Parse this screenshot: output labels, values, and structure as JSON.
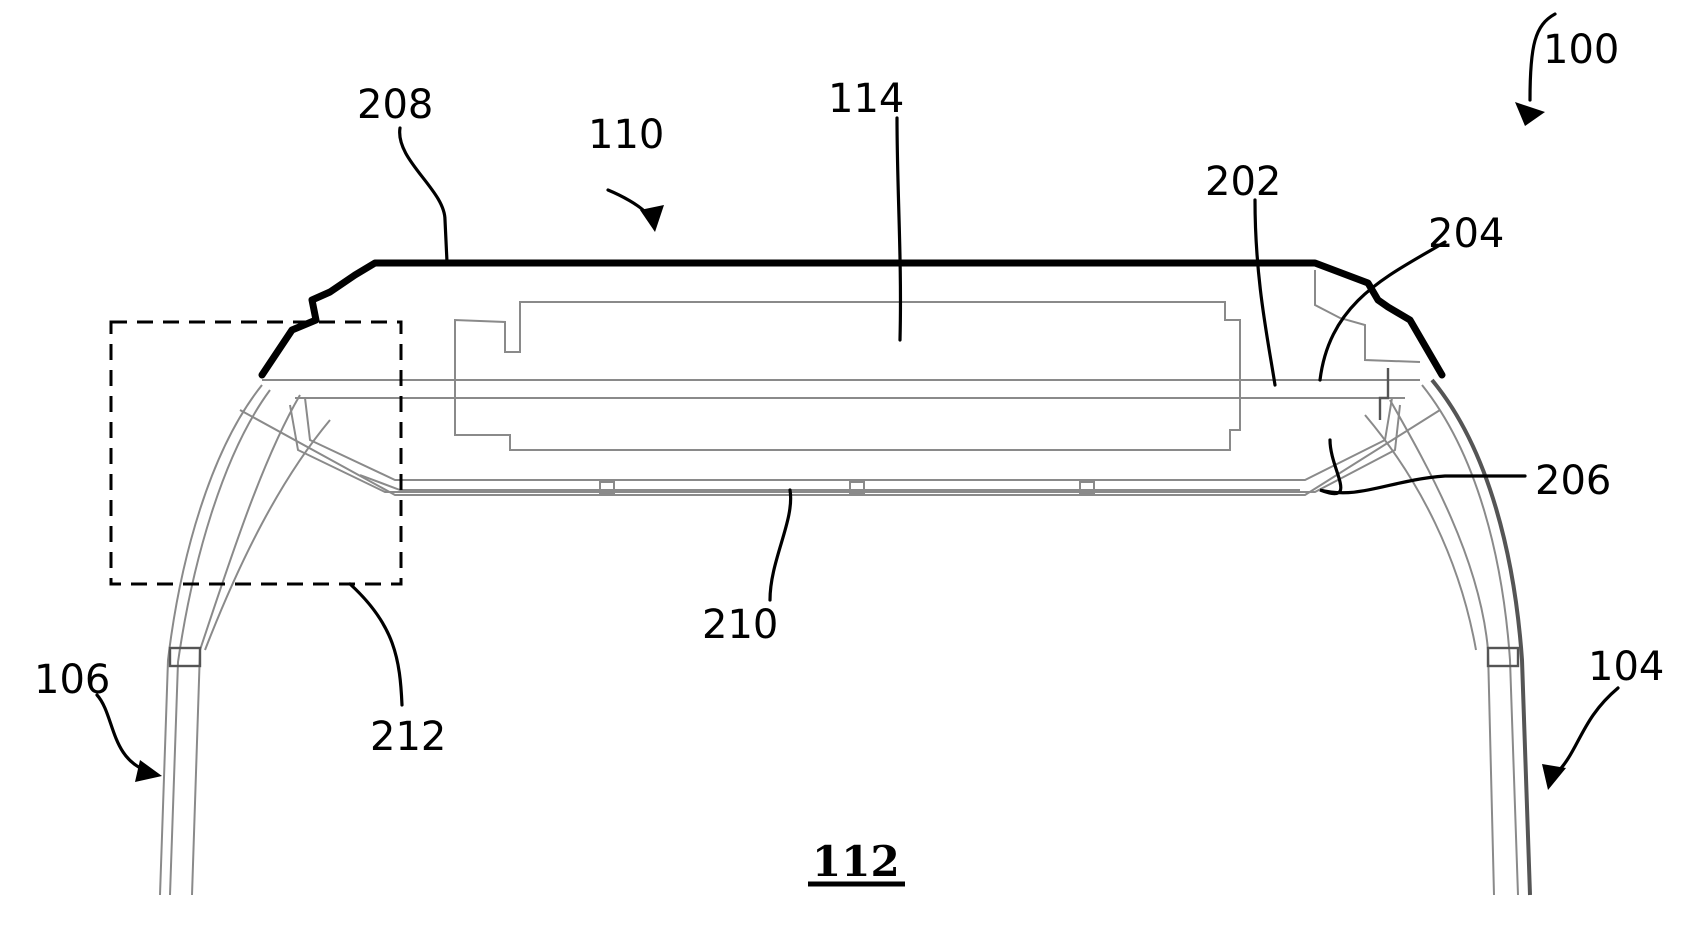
{
  "figure": {
    "type": "patent-cross-section-diagram",
    "reference_numerals": {
      "device": "100",
      "band_right": "104",
      "band_left": "106",
      "housing": "110",
      "interior": "112",
      "component": "114",
      "layer_202": "202",
      "layer_204": "204",
      "layer_206": "206",
      "outer_cover": "208",
      "bottom_plate": "210",
      "detail_region": "212"
    },
    "colors": {
      "ink": "#000000",
      "hatch": "#8a8a8a",
      "background": "#ffffff"
    }
  }
}
